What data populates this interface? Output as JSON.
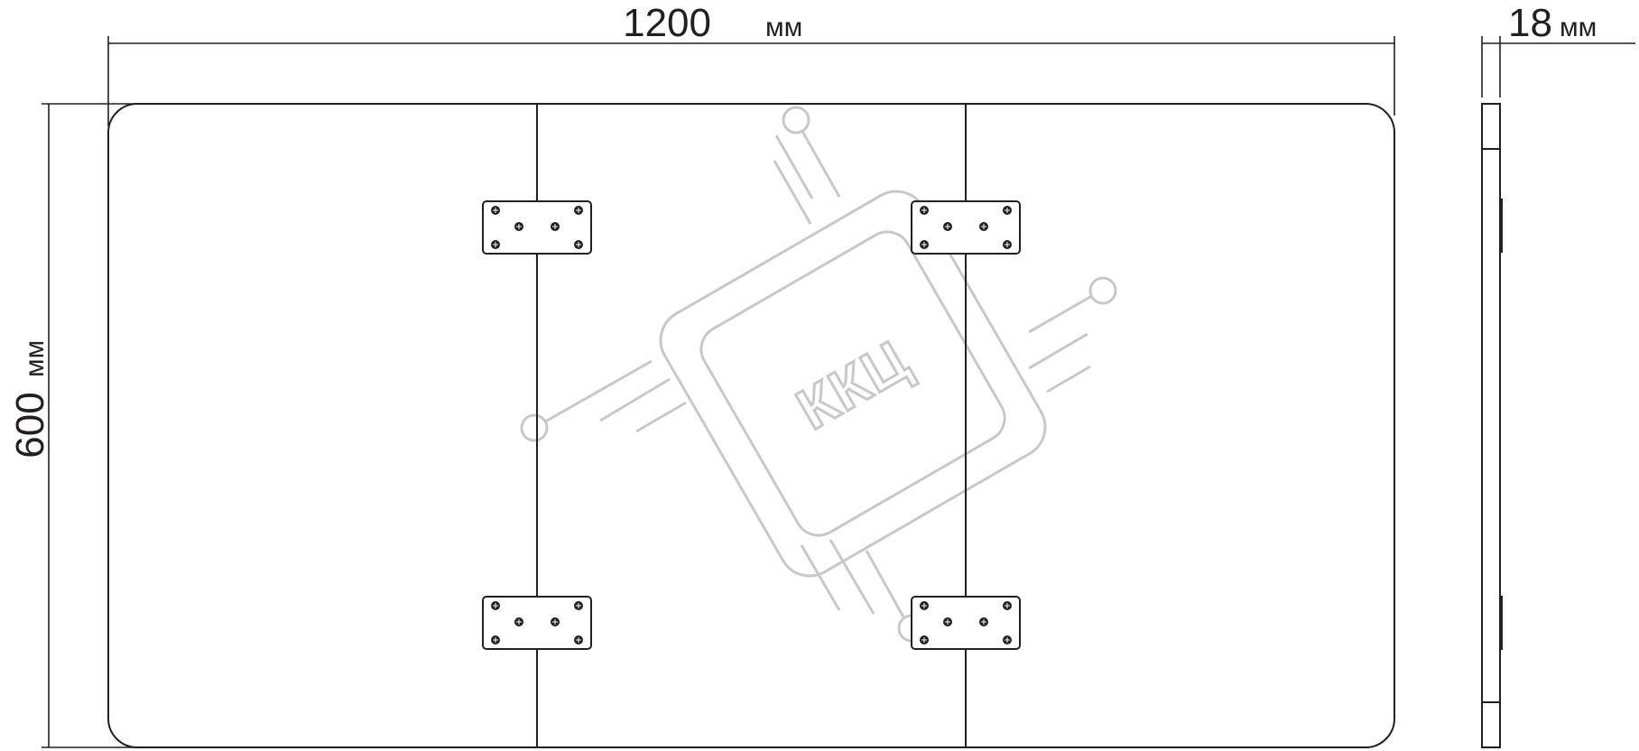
{
  "dimensions": {
    "width": {
      "value": "1200",
      "unit": "мм"
    },
    "height": {
      "value": "600",
      "unit": "мм"
    },
    "thickness": {
      "value": "18",
      "unit": "мм"
    }
  },
  "watermark": {
    "text": "ККЦ"
  },
  "colors": {
    "line": "#231f20",
    "watermark": "#c8c8c8",
    "background": "#ffffff"
  }
}
